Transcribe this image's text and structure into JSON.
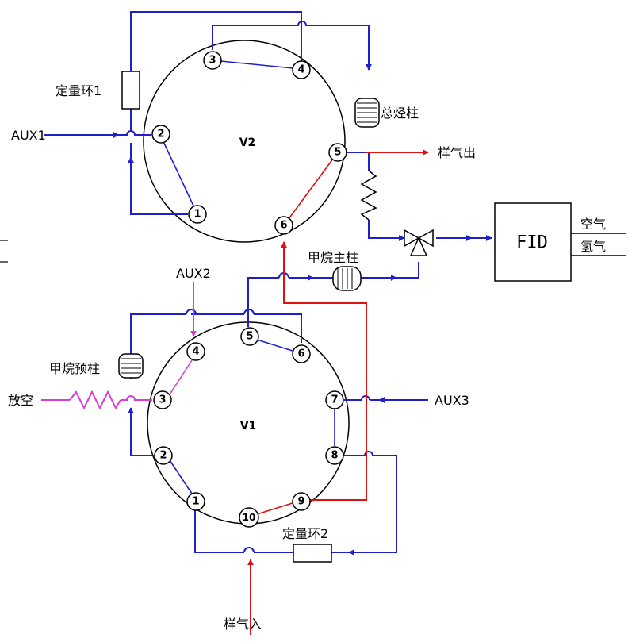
{
  "valves": {
    "v2": {
      "name": "V2",
      "ports": [
        "1",
        "2",
        "3",
        "4",
        "5",
        "6"
      ]
    },
    "v1": {
      "name": "V1",
      "ports": [
        "1",
        "2",
        "3",
        "4",
        "5",
        "6",
        "7",
        "8",
        "9",
        "10"
      ]
    }
  },
  "labels": {
    "loop1": "定量环1",
    "loop2": "定量环2",
    "aux1": "AUX1",
    "aux2": "AUX2",
    "aux3": "AUX3",
    "total_hc_column": "总烃柱",
    "sample_out": "样气出",
    "methane_main_column": "甲烷主柱",
    "methane_pre_column": "甲烷预柱",
    "vent": "放空",
    "sample_in": "样气入",
    "detector": "FID",
    "air": "空气",
    "hydrogen": "氢气"
  },
  "colors": {
    "carrier_line": "#1f1fcc",
    "sample_line": "#e01010",
    "aux2_line": "#d63cd6",
    "outline": "#000000"
  }
}
